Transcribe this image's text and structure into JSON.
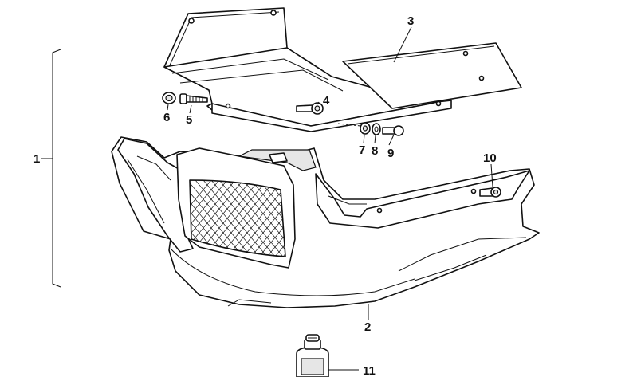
{
  "diagram": {
    "callouts": {
      "c1": "1",
      "c2": "2",
      "c3": "3",
      "c4": "4",
      "c5": "5",
      "c6": "6",
      "c7": "7",
      "c8": "8",
      "c9": "9",
      "c10": "10",
      "c11": "11"
    }
  },
  "colors": {
    "line": "#111111",
    "background": "#ffffff",
    "shade": "#e6e6e6"
  }
}
